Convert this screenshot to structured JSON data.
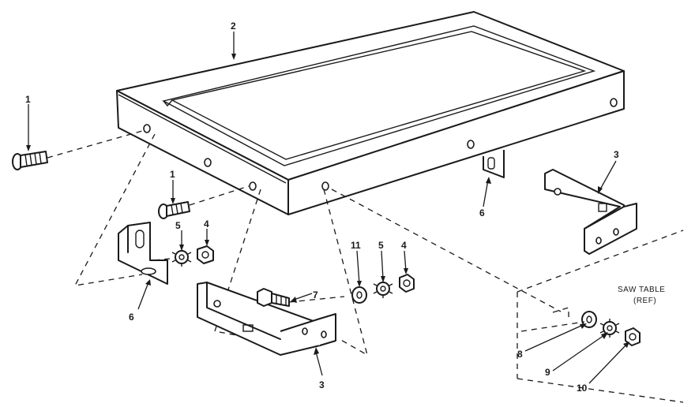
{
  "callouts": {
    "c1_left": "1",
    "c1_mid": "1",
    "c2": "2",
    "c3_right": "3",
    "c3_bottom": "3",
    "c4_left": "4",
    "c4_right": "4",
    "c5_left": "5",
    "c5_right": "5",
    "c6_left": "6",
    "c6_right": "6",
    "c7": "7",
    "c8": "8",
    "c9": "9",
    "c10": "10",
    "c11": "11"
  },
  "note": {
    "line1": "SAW TABLE",
    "line2": "(REF)"
  }
}
